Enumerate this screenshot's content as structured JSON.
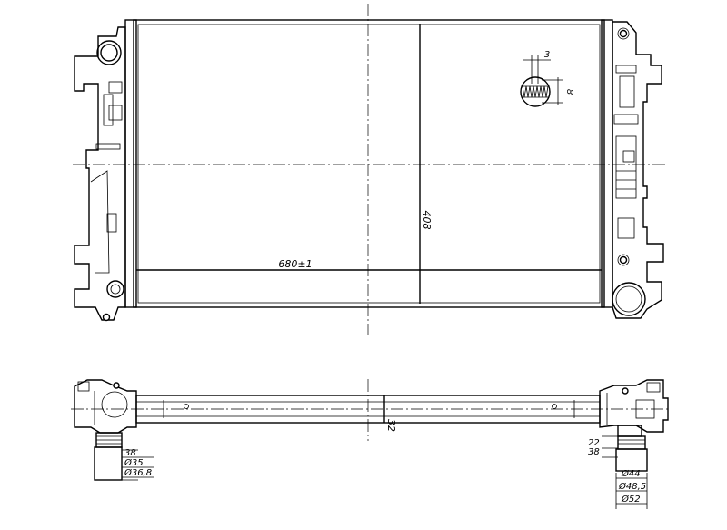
{
  "dimensions": {
    "width_label": "680±1",
    "height_label": "408",
    "thickness_label": "32",
    "fin_pitch_label": "3",
    "fin_height_label": "8",
    "left_pipe": {
      "length_label": "38",
      "inner_diameter_label": "Ø35",
      "outer_diameter_label": "Ø36,8"
    },
    "right_pipe": {
      "offset_label": "22",
      "length_label": "38",
      "inner_diameter_label": "Ø44",
      "mid_diameter_label": "Ø48,5",
      "outer_diameter_label": "Ø52"
    }
  }
}
